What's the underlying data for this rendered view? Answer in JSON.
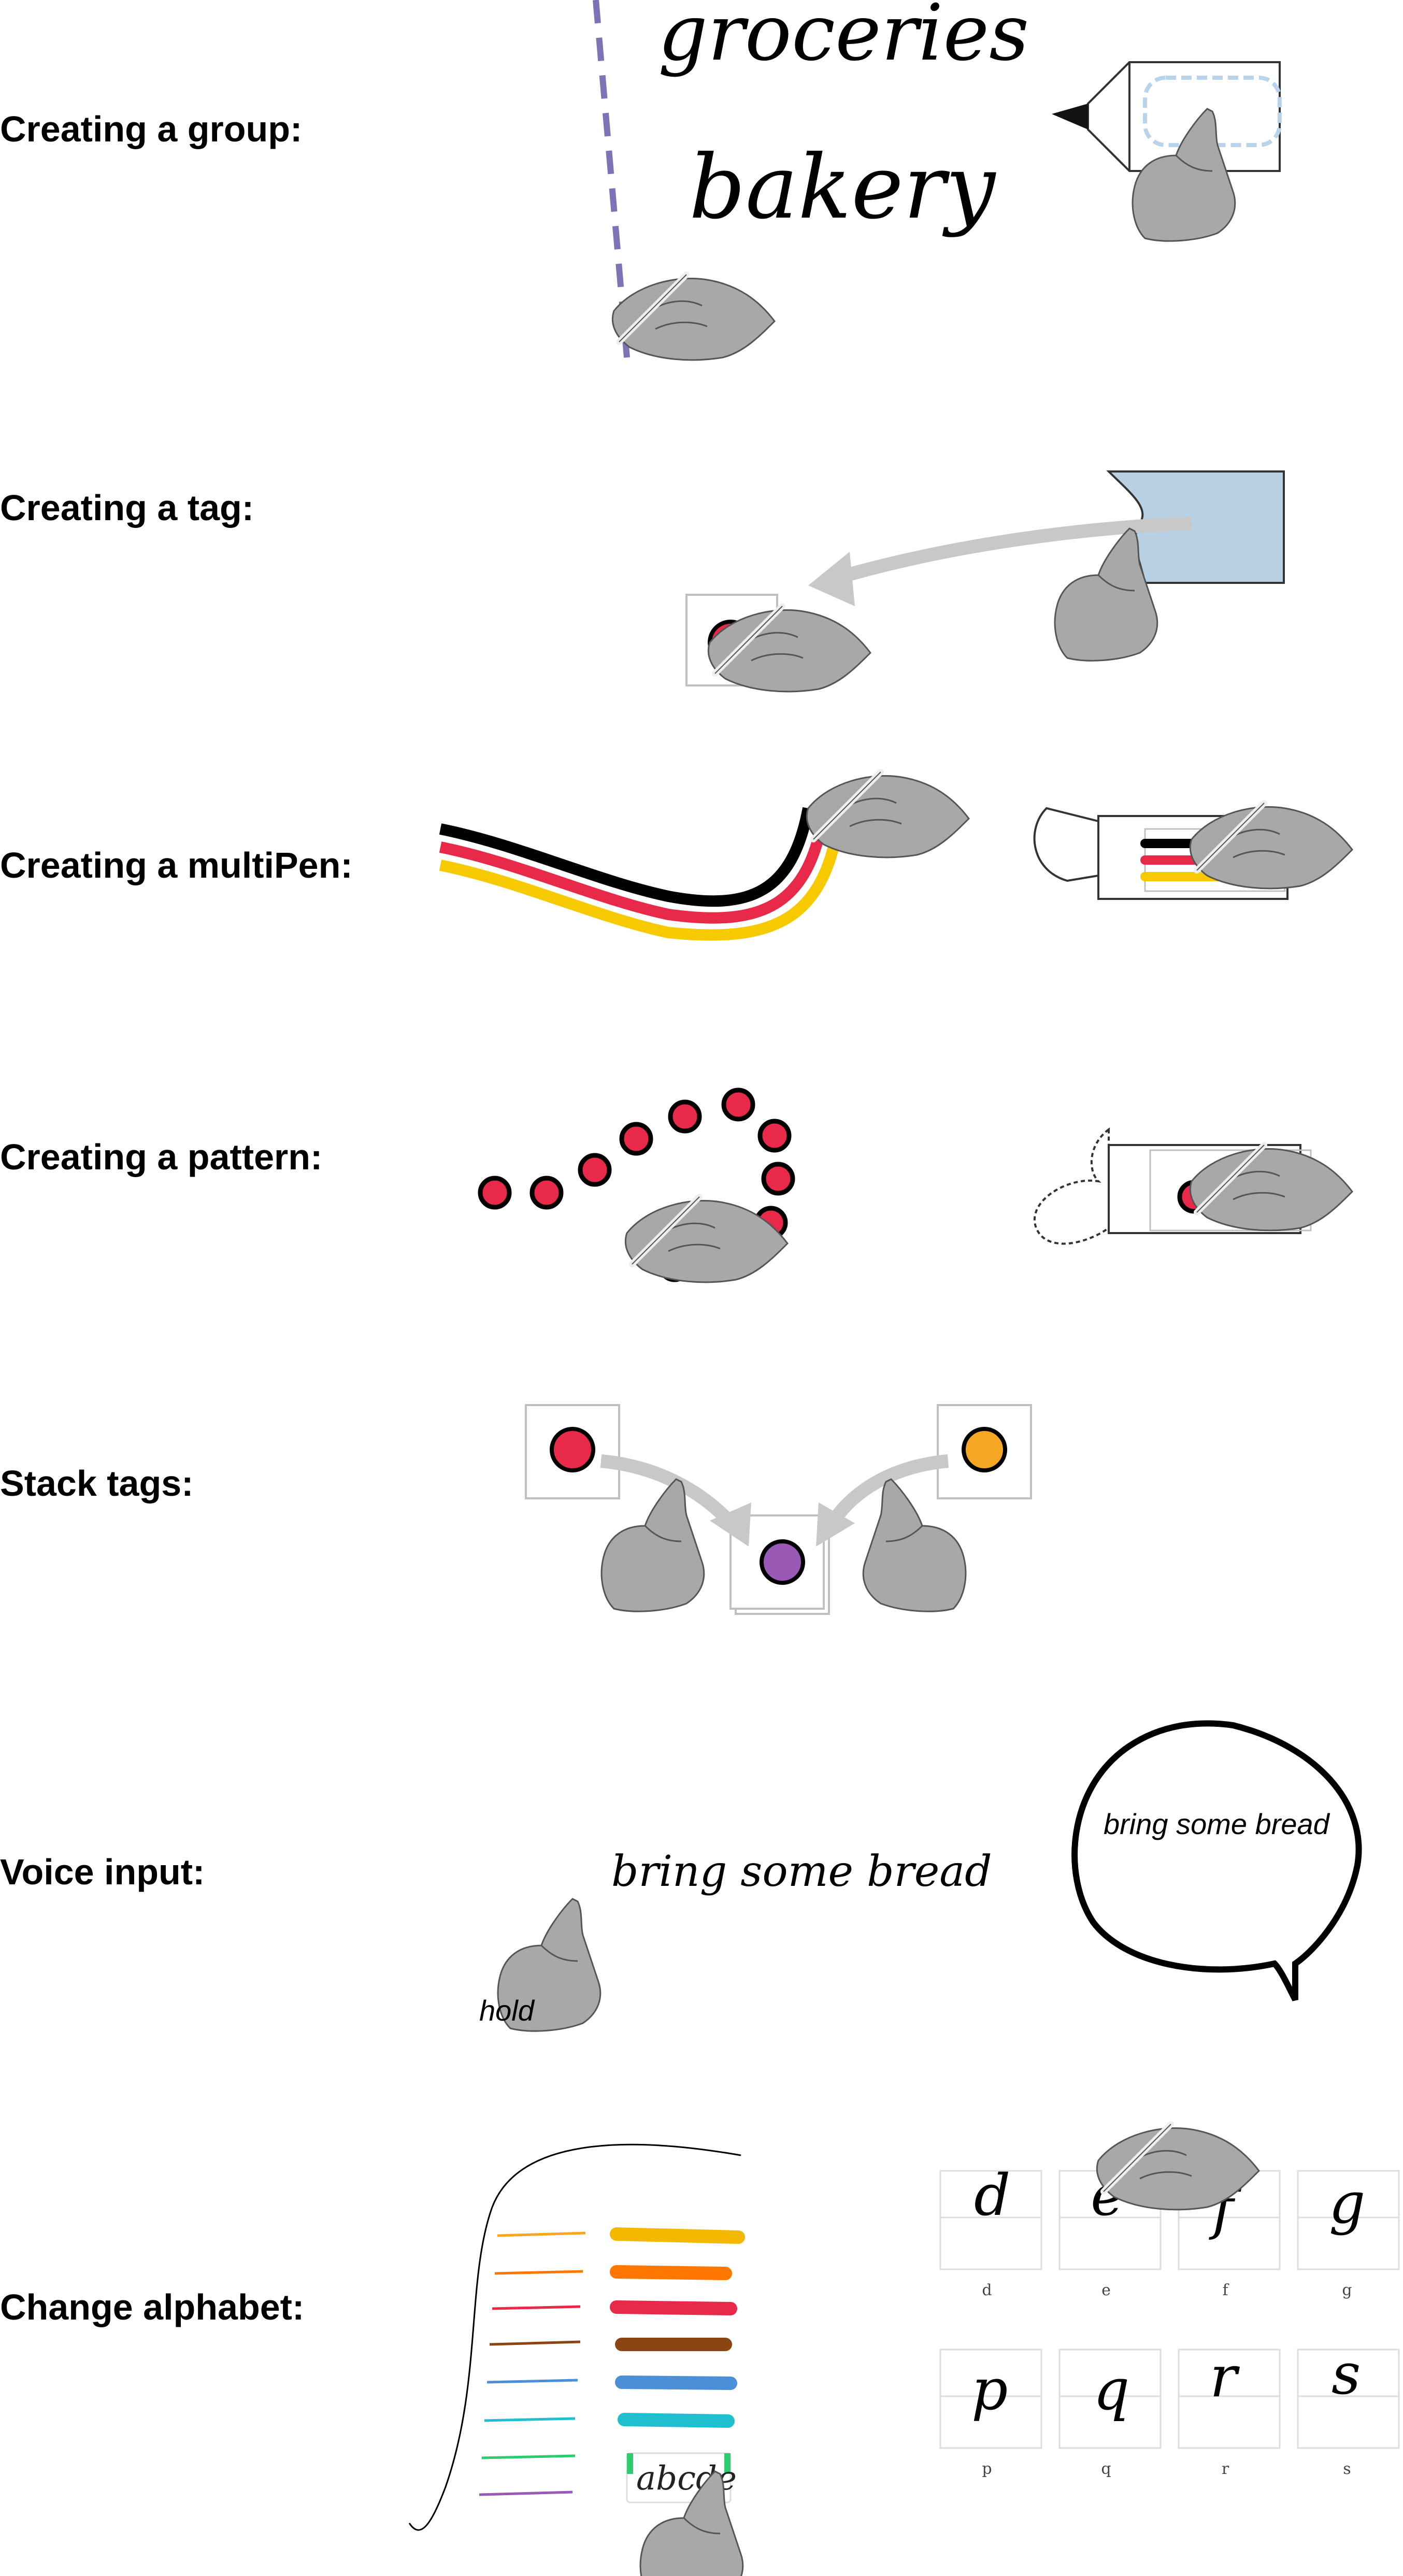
{
  "rows": [
    {
      "label": "Creating a group:"
    },
    {
      "label": "Creating a tag:"
    },
    {
      "label": "Creating a multiPen:"
    },
    {
      "label": "Creating a pattern:"
    },
    {
      "label": "Stack tags:"
    },
    {
      "label": "Voice input:"
    },
    {
      "label": "Change alphabet:"
    }
  ],
  "group": {
    "word1": "groceries",
    "word2": "bakery"
  },
  "voice": {
    "handwritten": "bring some bread",
    "bubble_text": "bring some bread",
    "hold_label": "hold"
  },
  "alphabet": {
    "menu_item": "abcde",
    "cards": [
      {
        "glyph": "d",
        "caption": "d"
      },
      {
        "glyph": "é",
        "caption": "e"
      },
      {
        "glyph": "f",
        "caption": "f"
      },
      {
        "glyph": "g",
        "caption": "g"
      },
      {
        "glyph": "p",
        "caption": "p"
      },
      {
        "glyph": "q",
        "caption": "q"
      },
      {
        "glyph": "r",
        "caption": "r"
      },
      {
        "glyph": "s",
        "caption": "s"
      }
    ]
  },
  "colors": {
    "red": "#e8294a",
    "yellow": "#f5a623",
    "purple": "#9b59b6",
    "black": "#000000",
    "stripe_red": "#e8294a",
    "stripe_yellow": "#f7c900",
    "light_blue": "#b7d0e4",
    "hand_gray": "#a8a8a8",
    "arrow_gray": "#c8c8c8",
    "dash_purple": "#7b75b8"
  },
  "icons": [
    "hand-with-pen-icon",
    "pointing-hand-icon",
    "marker-icon",
    "tag-icon",
    "speech-bubble-icon",
    "curved-arrow-icon"
  ]
}
